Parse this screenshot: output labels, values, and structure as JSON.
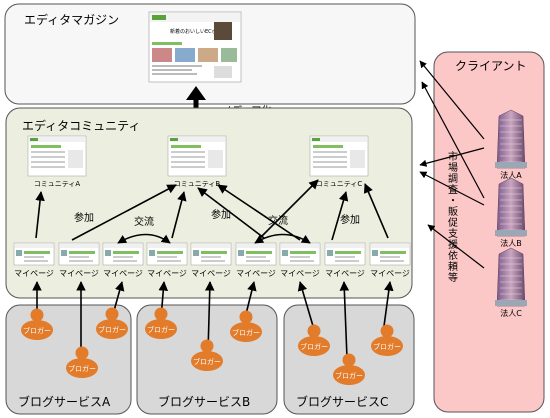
{
  "magazine": {
    "title": "エディタマガジン",
    "site_caption": "新着のおいしいECポータル"
  },
  "media_label": "メディア化",
  "community": {
    "title": "エディタコミュニティ",
    "names": [
      "コミュニティA",
      "コミュニティB",
      "コミュニティC"
    ]
  },
  "relations": {
    "join_1": "参加",
    "exchange_1": "交流",
    "join_2": "参加",
    "exchange_2": "交流",
    "join_3": "参加"
  },
  "mypage_label": "マイページ",
  "blogger_label": "ブロガー",
  "blog_services": [
    "ブログサービスA",
    "ブログサービスB",
    "ブログサービスC"
  ],
  "client": {
    "title": "クライアント",
    "actions_vertical": "市場調査・販促支援依頼等",
    "corporations": [
      "法人A",
      "法人B",
      "法人C"
    ]
  },
  "colors": {
    "magazine_bg": "#f7f7f7",
    "community_bg": "#ecefdf",
    "blog_bg": "#d8d8d8",
    "client_bg": "#fbc7c7",
    "blogger": "#e27b2a"
  }
}
